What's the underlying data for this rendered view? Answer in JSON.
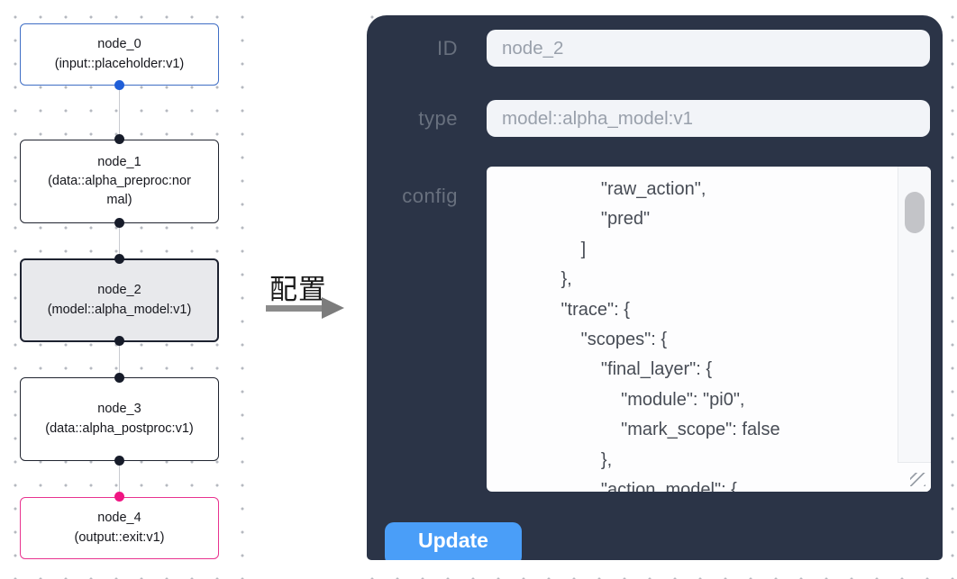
{
  "flow": {
    "nodes": [
      {
        "title": "node_0",
        "subtitle": "(input::placeholder:v1)"
      },
      {
        "title": "node_1",
        "subtitle": "(data::alpha_preproc:normal)"
      },
      {
        "title": "node_2",
        "subtitle": "(model::alpha_model:v1)"
      },
      {
        "title": "node_3",
        "subtitle": "(data::alpha_postproc:v1)"
      },
      {
        "title": "node_4",
        "subtitle": "(output::exit:v1)"
      }
    ]
  },
  "annotation": {
    "label": "配置"
  },
  "panel": {
    "id_label": "ID",
    "id_value": "node_2",
    "type_label": "type",
    "type_value": "model::alpha_model:v1",
    "config_label": "config",
    "config_lines": [
      "                \"raw_action\",",
      "                \"pred\"",
      "            ]",
      "        },",
      "        \"trace\": {",
      "            \"scopes\": {",
      "                \"final_layer\": {",
      "                    \"module\": \"pi0\",",
      "                    \"mark_scope\": false",
      "                },",
      "                \"action_model\": {"
    ],
    "update_label": "Update"
  },
  "colors": {
    "panel_bg": "#2b3447",
    "button_blue": "#4a9ef8",
    "input_node_border": "#3f6ec5",
    "output_node_border": "#e8338f",
    "selected_node_bg": "#e8e9ec",
    "handle_blue": "#1f5ed8",
    "handle_dark": "#171c2a",
    "handle_pink": "#f01583"
  }
}
